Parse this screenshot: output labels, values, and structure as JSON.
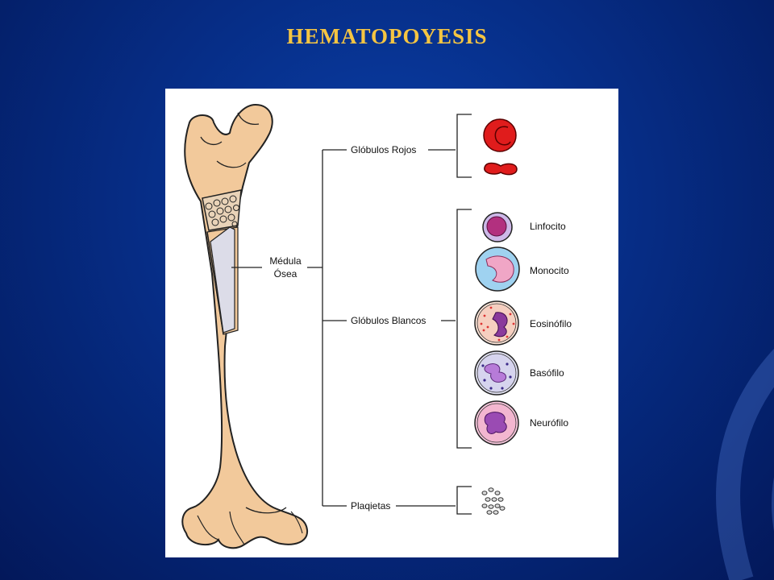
{
  "slide": {
    "title": "HEMATOPOYESIS"
  },
  "diagram": {
    "marrow_label_line1": "Médula",
    "marrow_label_line2": "Ósea",
    "branches": {
      "red": "Glóbulos Rojos",
      "white": "Glóbulos Blancos",
      "platelets": "Plaqietas"
    },
    "white_cells": [
      "Linfocito",
      "Monocito",
      "Eosinófilo",
      "Basófilo",
      "Neurófilo"
    ]
  },
  "colors": {
    "bone": "#f2c99b",
    "marrow": "#dcdce8",
    "red_cell": "#e01c1c",
    "background": "#062d86",
    "title": "#f5c542"
  }
}
